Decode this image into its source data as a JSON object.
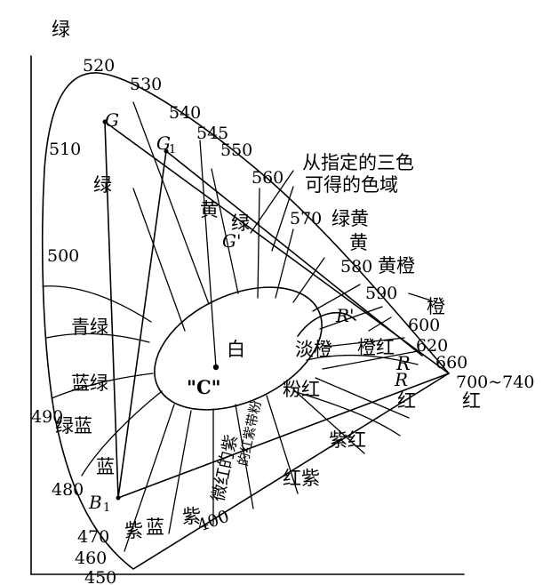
{
  "axis_label": "绿",
  "wavelengths": {
    "w520": "520",
    "w530": "530",
    "w540": "540",
    "w545": "545",
    "w550": "550",
    "w560": "560",
    "w570": "570",
    "w580": "580",
    "w590": "590",
    "w600": "600",
    "w620": "620",
    "w660": "660",
    "w700": "700~740",
    "w510": "510",
    "w500": "500",
    "w490": "490",
    "w480": "480",
    "w470": "470",
    "w460": "460",
    "w450": "450",
    "w400": "400"
  },
  "points": {
    "G": "G",
    "G1": "G",
    "G1_sub": "1",
    "Gp": "G'",
    "Rp": "R'",
    "R": "R",
    "R1": "R",
    "B1": "B",
    "B1_sub": "1",
    "C": "\"C\""
  },
  "zones": {
    "green": "绿",
    "yellow": "黄",
    "green_small": "绿",
    "cyan_green": "青绿",
    "blue_green": "蓝绿",
    "green_blue": "绿蓝",
    "blue": "蓝",
    "white": "白",
    "pale_orange": "淡橙",
    "orange_red": "橙红",
    "pink_red": "粉红",
    "purple_red": "紫红",
    "red_purple": "红紫",
    "red_small": "红",
    "purple": "紫",
    "purple_blue_purple": "紫",
    "purple_blue_blue": "蓝",
    "micro_red_purple": "微红的紫",
    "faint_pink_purple": "的红紫带粉",
    "edge_green_yellow": "绿黄",
    "edge_yellow": "黄",
    "edge_yellow_orange": "黄橙",
    "edge_orange": "橙",
    "edge_red": "红"
  },
  "annotation": {
    "line1": "从指定的三色",
    "line2": "可得的色域"
  }
}
